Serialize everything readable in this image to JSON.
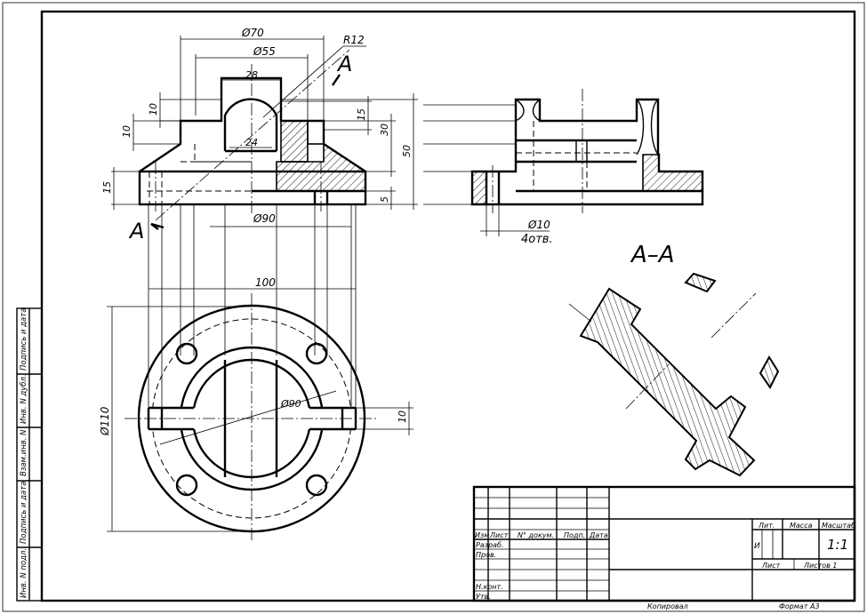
{
  "dimensions": {
    "d70": "Ø70",
    "d55": "Ø55",
    "r12": "R12",
    "w28": "28",
    "h10a": "10",
    "h10b": "10",
    "h15a": "15",
    "h15b": "15",
    "h30": "30",
    "h50": "50",
    "h5": "5",
    "w24": "24",
    "d90top": "Ø90",
    "w100": "100",
    "d110": "Ø110",
    "d90plan": "Ø90",
    "h10plan": "10",
    "hole_dia": "Ø10",
    "hole_count": "4отв."
  },
  "section": {
    "cut_label": "A",
    "title": "A–A"
  },
  "stamp": {
    "col_izm": "Изм.",
    "col_list": "Лист",
    "col_doc": "N° докум.",
    "col_podp": "Подп.",
    "col_data": "Дата",
    "razrab": "Разраб.",
    "prov": "Пров.",
    "nkont": "Н.конт.",
    "utv": "Утв.",
    "lit": "Лит.",
    "massa": "Масса",
    "masshtab": "Масштаб",
    "lit_value": "И",
    "scale_value": "1:1",
    "sheet": "Лист",
    "sheets": "Листов 1"
  },
  "side_stamp": {
    "inv_podl": "Инв. N подл.",
    "podp_data1": "Подпись и дата",
    "vzam_inv": "Взам.инв. N",
    "inv_dubl": "Инв. N дубл.",
    "podp_data2": "Подпись и дата"
  },
  "footer": {
    "copied": "Копировал",
    "format": "Формат А3"
  }
}
